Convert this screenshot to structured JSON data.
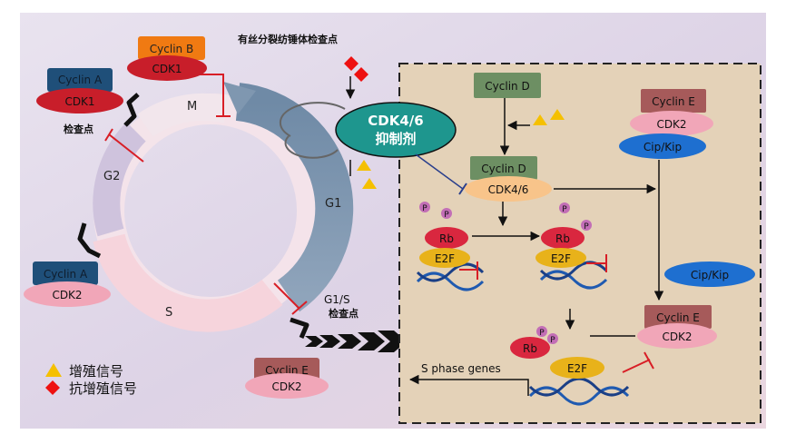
{
  "cell_cycle": {
    "phases": {
      "m": "M",
      "g1": "G1",
      "g2": "G2",
      "s": "S"
    },
    "checkpoints": {
      "spindle": "有丝分裂纺锤体检查点",
      "g2": "检查点",
      "g1s_line1": "G1/S",
      "g1s_line2": "检查点"
    },
    "complexes": {
      "cyclin_b": "Cyclin B",
      "cdk1_b": "CDK1",
      "cyclin_a_top": "Cyclin A",
      "cdk1_a": "CDK1",
      "cyclin_a_bottom": "Cyclin A",
      "cdk2_a": "CDK2",
      "cyclin_e_left": "Cyclin E",
      "cdk2_e_left": "CDK2"
    }
  },
  "inhibitor": {
    "line1": "CDK4/6",
    "line2": "抑制剂"
  },
  "pathway": {
    "cyclin_d_top": "Cyclin D",
    "cyclin_d_complex": "Cyclin D",
    "cdk46": "CDK4/6",
    "cyclin_e_top": "Cyclin E",
    "cdk2_top": "CDK2",
    "cip_kip_top": "Cip/Kip",
    "cip_kip_mid": "Cip/Kip",
    "cyclin_e_bottom": "Cyclin E",
    "cdk2_bottom": "CDK2",
    "rb": "Rb",
    "e2f": "E2F",
    "p": "P",
    "s_phase_genes": "S phase genes"
  },
  "legend": [
    {
      "symbol": "triangle",
      "color": "#f5c000",
      "label": "增殖信号"
    },
    {
      "symbol": "diamond",
      "color": "#ee1111",
      "label": "抗增殖信号"
    }
  ],
  "colors": {
    "cyclin_box": "#a65a5a",
    "cdk2_oval": "#f1a6b8",
    "cdk1_oval": "#c81e2a",
    "cyclin_a_box": "#1f4f79",
    "cyclin_b_box": "#f07a12",
    "cyclin_d_box": "#6d8f63",
    "cdk46_oval": "#f8c48a",
    "cip_kip_oval": "#1e6fd0",
    "inhibitor_oval": "#1e968e",
    "rb_oval": "#d9273f",
    "e2f_oval": "#e8b21a",
    "p_circle": "#c26eb6",
    "inhibit_bar": "#d81e26",
    "panel_bg": "#e4d2b8"
  }
}
